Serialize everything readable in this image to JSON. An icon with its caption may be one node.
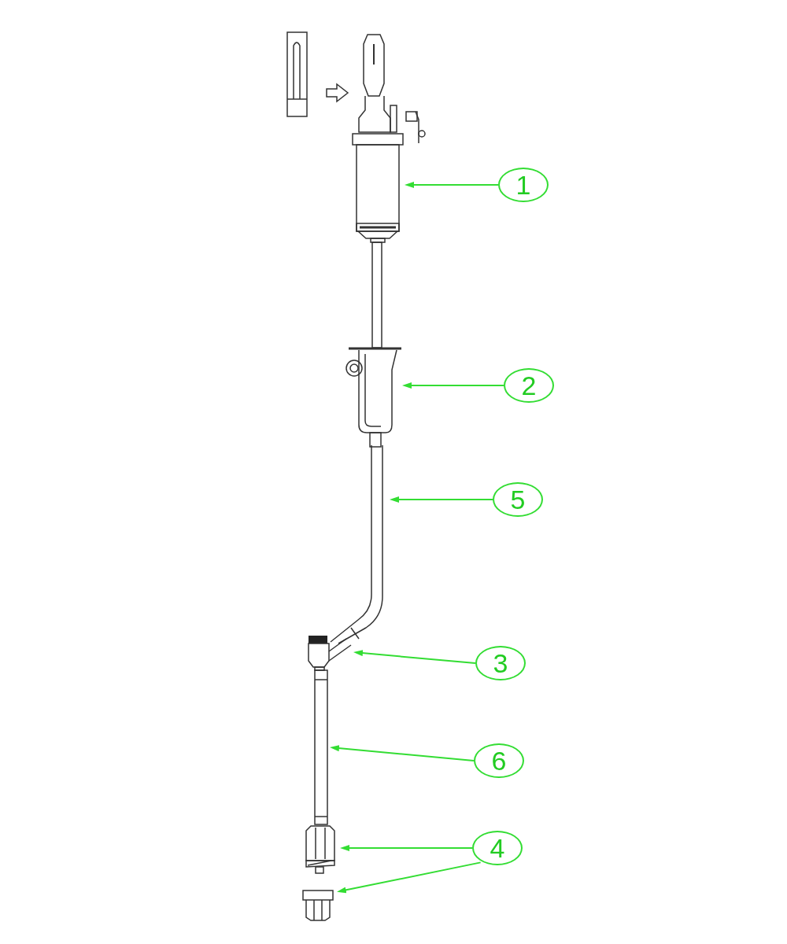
{
  "diagram": {
    "nodes": [
      {
        "text": [
          "1"
        ]
      },
      {
        "text": [],
        "shape": "picture"
      },
      {
        "text": [
          "2"
        ]
      },
      {
        "text": [],
        "shape": "picture"
      },
      {
        "text": [
          "5"
        ]
      },
      {
        "text": [],
        "shape": "picture"
      },
      {
        "text": [
          "3"
        ]
      },
      {
        "text": [],
        "shape": "picture"
      },
      {
        "text": [
          "6"
        ]
      },
      {
        "text": [],
        "shape": "picture"
      },
      {
        "text": [
          "4"
        ]
      },
      {
        "text": [],
        "shape": "picture"
      },
      {
        "text": [],
        "shape": "picture"
      }
    ],
    "edges": [
      {
        "from": 0,
        "to": 1,
        "arrow": "to"
      },
      {
        "from": 2,
        "to": 3,
        "arrow": "to"
      },
      {
        "from": 4,
        "to": 5,
        "arrow": "to"
      },
      {
        "from": 6,
        "to": 7,
        "arrow": "to"
      },
      {
        "from": 8,
        "to": 9,
        "arrow": "to"
      },
      {
        "from": 10,
        "to": 11,
        "arrow": "to"
      },
      {
        "from": 10,
        "to": 12,
        "arrow": "to"
      }
    ]
  }
}
